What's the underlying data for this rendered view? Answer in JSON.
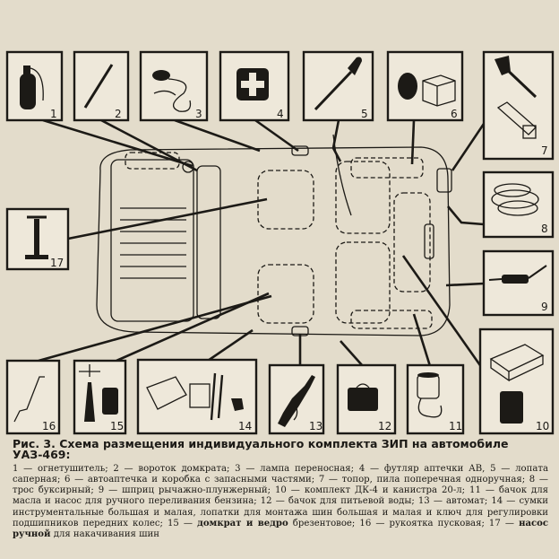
{
  "figure": {
    "labels": [
      "1",
      "2",
      "3",
      "4",
      "5",
      "6",
      "7",
      "8",
      "9",
      "10",
      "11",
      "12",
      "13",
      "14",
      "15",
      "16",
      "17"
    ]
  },
  "caption": {
    "title": "Рис. 3. Схема размещения индивидуального комплекта ЗИП на автомобиле УАЗ-469:",
    "body": "1 — огнетушитель; 2 — вороток домкрата; 3 — лампа переносная; 4 — футляр аптечки АВ, 5 — лопата саперная; 6 — автоаптечка и коробка с запасными частями; 7 — топор, пила поперечная одноручная; 8 — трос буксирный; 9 — шприц рычажно-плунжерный; 10 — комплект ДК-4 и канистра 20-л; 11 — бачок для масла и насос для ручного переливания бензина; 12 — бачок для питьевой воды; 13 — автомат; 14 — сумки инструментальные большая и малая, лопатки для монтажа шин большая и малая и ключ для регулировки подшипников передних колес; 15 — ",
    "bold_part": "домкрат и ведро",
    "body2": " брезентовое; 16 — рукоятка пусковая; 17 — ",
    "bold_part2": "насос ручной",
    "body3": " для накачивания шин"
  }
}
